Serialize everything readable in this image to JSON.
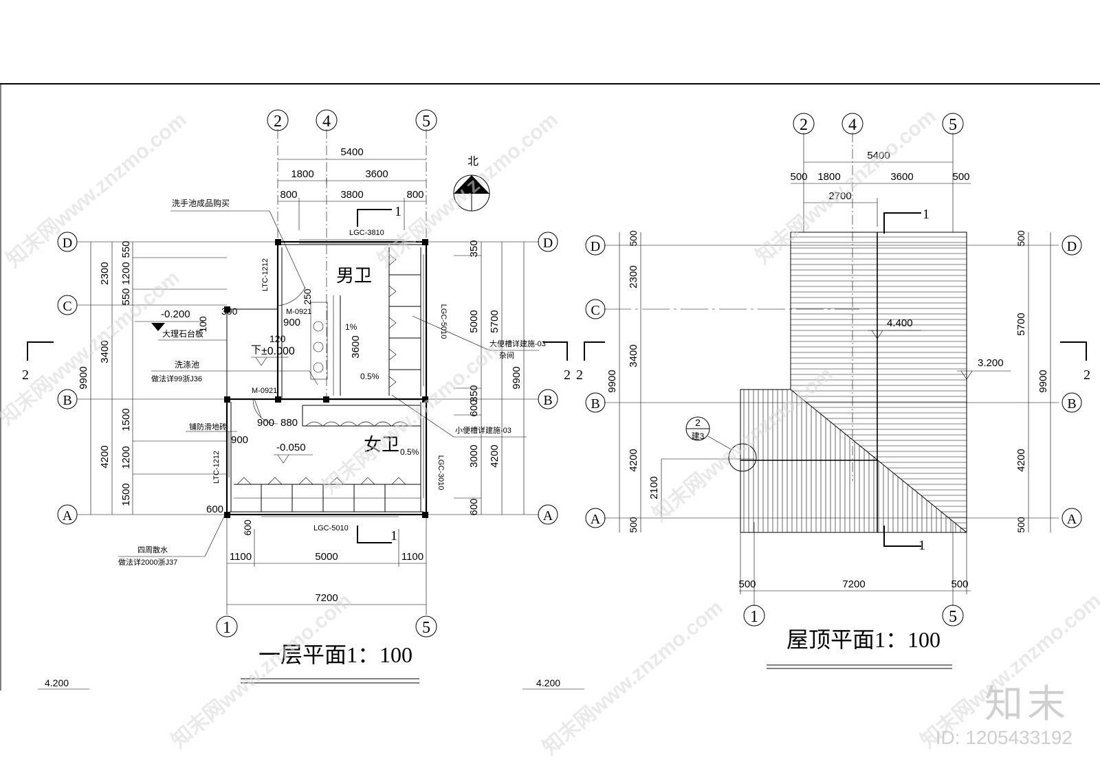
{
  "plan_left": {
    "title": "一层平面1：100",
    "grid_top": [
      "2",
      "4",
      "5"
    ],
    "grid_bottom": [
      "1",
      "5"
    ],
    "grid_side": [
      "D",
      "C",
      "B",
      "A"
    ],
    "dims_top": [
      "5400",
      "1800",
      "3600",
      "800",
      "3800",
      "800"
    ],
    "dims_left": [
      "2300",
      "3400",
      "9900",
      "4200",
      "550",
      "1200",
      "550",
      "1500",
      "1200",
      "1500"
    ],
    "dims_right": [
      "350",
      "5000",
      "5700",
      "9900",
      "350",
      "600",
      "3000",
      "4200",
      "600"
    ],
    "dims_bottom": [
      "1100",
      "5000",
      "1100",
      "7200"
    ],
    "rooms": {
      "men": "男卫",
      "women": "女卫"
    },
    "north": "北",
    "section_marks": {
      "one": "1",
      "two": "2"
    },
    "labels": {
      "wash_basin": "洗手池成品购买",
      "lgc_top": "LGC-3810",
      "ltc_upper": "LTC-1212",
      "ltc_lower": "LTC-1212",
      "lgc_right_upper": "LGC-5010",
      "lgc_right_lower": "LGC-3010",
      "lgc_bottom": "LGC-5010",
      "door_m1": "M-0921",
      "door_m2": "M-0921",
      "marble": "大理石台板",
      "mop_sink": "洗涤池",
      "mop_ref": "做法详99浙J36",
      "squat_ref": "大便槽详建施-03",
      "squat_note": "杂间",
      "urinal_ref": "小便槽详建施-03",
      "floor_tile": "铺防滑地砖",
      "apron": "四周散水",
      "apron_ref": "做法详2000浙J37",
      "down": "下",
      "elev_zero": "±0.000",
      "elev_m200": "-0.200",
      "elev_m050": "-0.050",
      "slope1": "1%",
      "slope2": "0.5%",
      "slope3": "0.5%",
      "d300": "300",
      "d100": "100",
      "d250": "250",
      "d900a": "900",
      "d120": "120",
      "d3600": "3600",
      "d900b": "900",
      "d880": "880",
      "d900c": "900",
      "d600a": "600",
      "d600b": "600",
      "elev_bottom": "4.200"
    }
  },
  "plan_right": {
    "title": "屋顶平面1：100",
    "grid_top": [
      "2",
      "4",
      "5"
    ],
    "grid_bottom": [
      "1",
      "5"
    ],
    "grid_side": [
      "D",
      "C",
      "B",
      "A"
    ],
    "dims_top": [
      "5400",
      "500",
      "1800",
      "3600",
      "500",
      "2700"
    ],
    "dims_left": [
      "500",
      "2300",
      "3400",
      "9900",
      "4200",
      "2100",
      "500"
    ],
    "dims_right": [
      "500",
      "5700",
      "9900",
      "4200",
      "500"
    ],
    "dims_bottom": [
      "500",
      "7200",
      "500"
    ],
    "elevations": {
      "ridge": "4.400",
      "eave": "3.200",
      "bottom": "4.200"
    },
    "detail_ref": {
      "num": "2",
      "sheet": "建3"
    },
    "section_marks": {
      "one": "1",
      "two": "2"
    }
  },
  "watermark": "知末网www.znzmo.com",
  "brand": "知末",
  "id_text": "ID: 1205433192"
}
